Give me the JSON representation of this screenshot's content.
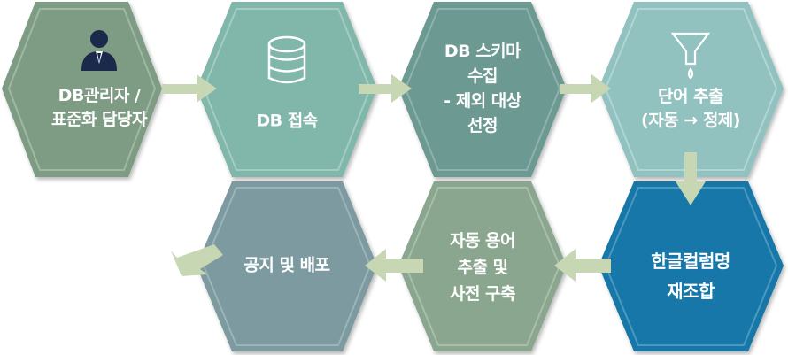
{
  "colors": {
    "arrow": "#c7d7b3",
    "hex_sage": "#7e9b84",
    "hex_teal_light": "#80b7aa",
    "hex_teal_mid": "#6d9993",
    "hex_mint": "#92c2c0",
    "hex_blue": "#1777a8",
    "hex_slate": "#7b9a9f",
    "hex_olive": "#8aa68f"
  },
  "nodes": [
    {
      "id": "admin",
      "lines": [
        "DB관리자 /",
        "표준화 담당자"
      ],
      "icon": "person-icon"
    },
    {
      "id": "connect",
      "lines": [
        "DB 접속"
      ],
      "icon": "database-icon"
    },
    {
      "id": "schema",
      "lines": [
        "DB 스키마",
        "수집",
        "- 제외 대상",
        "선정"
      ]
    },
    {
      "id": "words",
      "lines": [
        "단어 추출",
        "(자동 → 정제)"
      ],
      "icon": "funnel-icon"
    },
    {
      "id": "combine",
      "lines": [
        "한글컬럼명",
        "재조합"
      ]
    },
    {
      "id": "terms",
      "lines": [
        "자동 용어",
        "추출 및",
        "사전 구축"
      ]
    },
    {
      "id": "publish",
      "lines": [
        "공지 및 배포"
      ]
    }
  ]
}
